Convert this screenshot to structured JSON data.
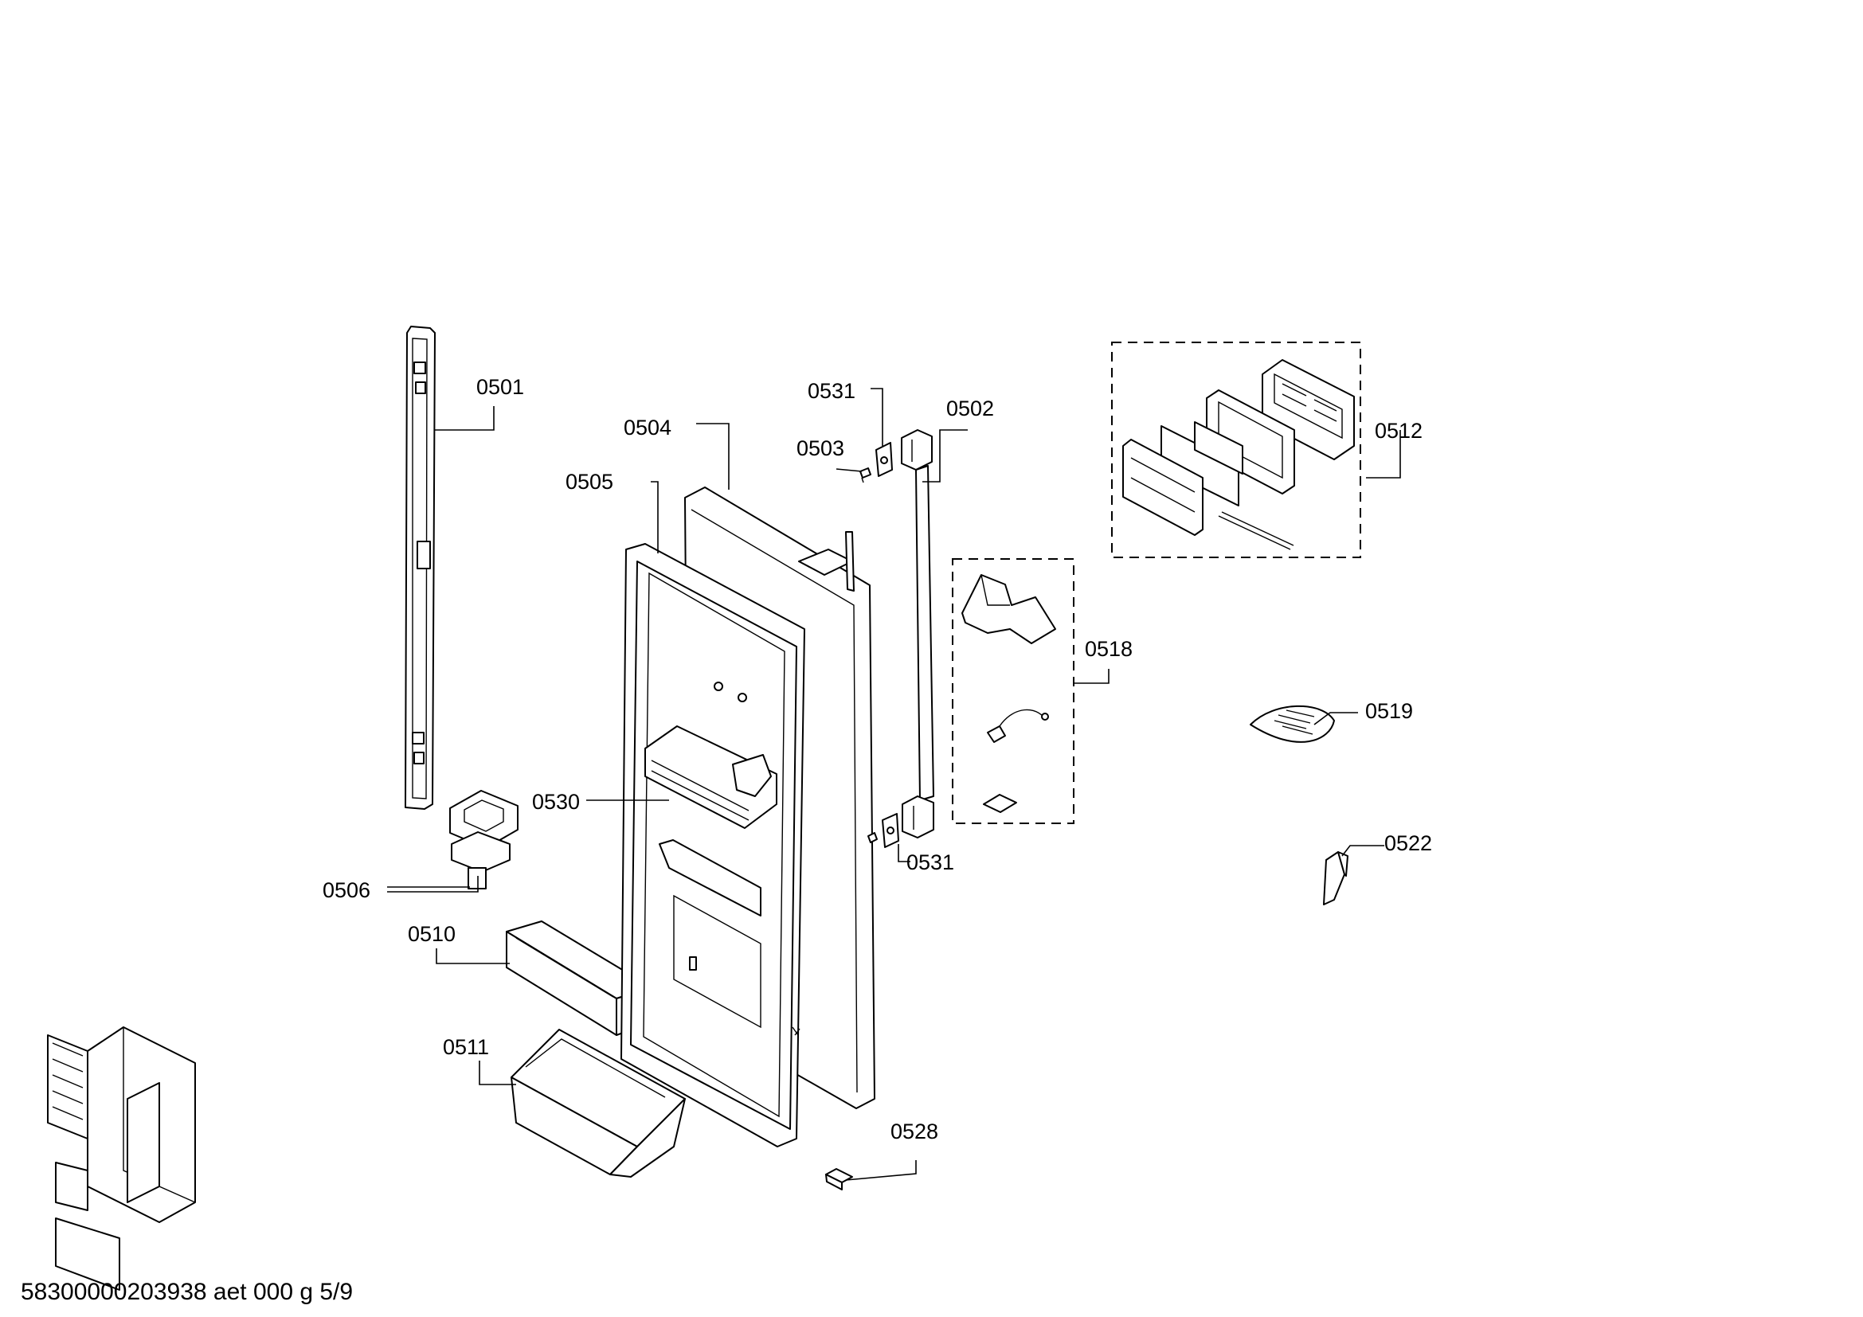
{
  "diagram": {
    "callouts": {
      "c0501": "0501",
      "c0502": "0502",
      "c0503": "0503",
      "c0504": "0504",
      "c0505": "0505",
      "c0506": "0506",
      "c0510": "0510",
      "c0511": "0511",
      "c0512": "0512",
      "c0518": "0518",
      "c0519": "0519",
      "c0522": "0522",
      "c0528": "0528",
      "c0530": "0530",
      "c0531_top": "0531",
      "c0531_bottom": "0531"
    },
    "footer": "58300000203938 aet 000 g 5/9"
  }
}
